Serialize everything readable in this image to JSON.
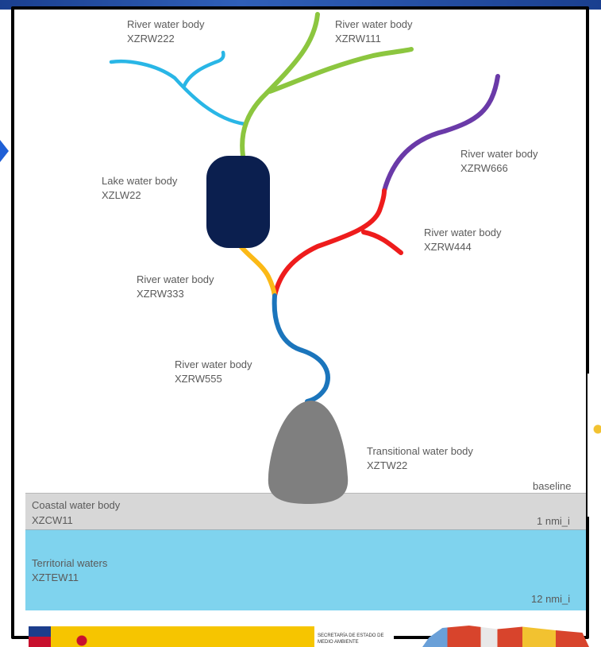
{
  "labels": {
    "river_222": {
      "line1": "River water body",
      "line2": "XZRW222"
    },
    "river_111": {
      "line1": "River water body",
      "line2": "XZRW111"
    },
    "river_666": {
      "line1": "River water body",
      "line2": "XZRW666"
    },
    "lake_22": {
      "line1": "Lake water body",
      "line2": "XZLW22"
    },
    "river_444": {
      "line1": "River water body",
      "line2": "XZRW444"
    },
    "river_333": {
      "line1": "River water body",
      "line2": "XZRW333"
    },
    "river_555": {
      "line1": "River water body",
      "line2": "XZRW555"
    },
    "transitional_22": {
      "line1": "Transitional water body",
      "line2": "XZTW22"
    },
    "coastal_11": {
      "line1": "Coastal water body",
      "line2": "XZCW11"
    },
    "territorial_11": {
      "line1": "Territorial waters",
      "line2": "XZTEW11"
    }
  },
  "boundaries": {
    "baseline": "baseline",
    "one_nmi": "1 nmi_i",
    "twelve_nmi": "12 nmi_i"
  },
  "footer": {
    "org_text": "SECRETARÍA DE ESTADO DE MEDIO AMBIENTE"
  },
  "colors": {
    "river_222": "#29b6e6",
    "river_111": "#8cc63f",
    "river_666": "#6a3aa8",
    "river_444": "#ee1c1c",
    "river_333": "#fbb917",
    "river_555": "#1b75bc",
    "lake": "#0b1f4f",
    "transitional": "#7f7f7f",
    "coastal_band": "#d7d7d7",
    "territorial_band": "#7fd3ee"
  }
}
